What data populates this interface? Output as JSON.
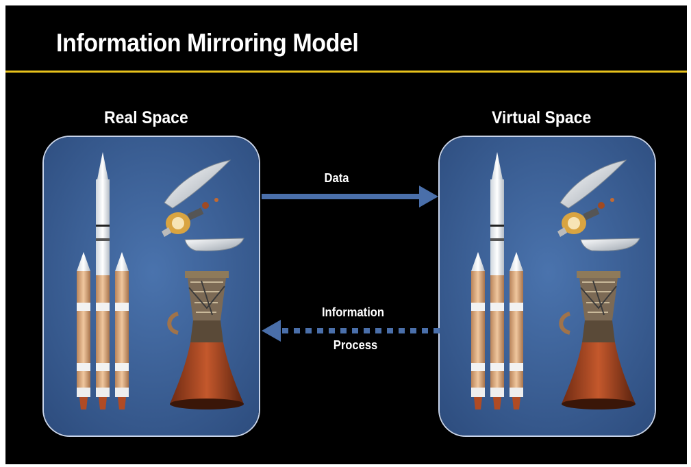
{
  "title": "Information Mirroring Model",
  "colors": {
    "background": "#000000",
    "title_rule": "#e8c21c",
    "panel_fill": "#3a5f94",
    "arrow": "#4a6faa",
    "text": "#ffffff"
  },
  "panels": [
    {
      "heading": "Real Space"
    },
    {
      "heading": "Virtual Space"
    }
  ],
  "arrows": {
    "data": {
      "label": "Data",
      "style": "solid",
      "direction": "real-to-virtual"
    },
    "information": {
      "label_line1": "Information",
      "label_line2": "Process",
      "style": "dotted",
      "direction": "virtual-to-real"
    }
  },
  "illustrations": [
    "rocket-icon",
    "payload-fairing-icon",
    "spacecraft-icon",
    "rocket-engine-icon"
  ]
}
